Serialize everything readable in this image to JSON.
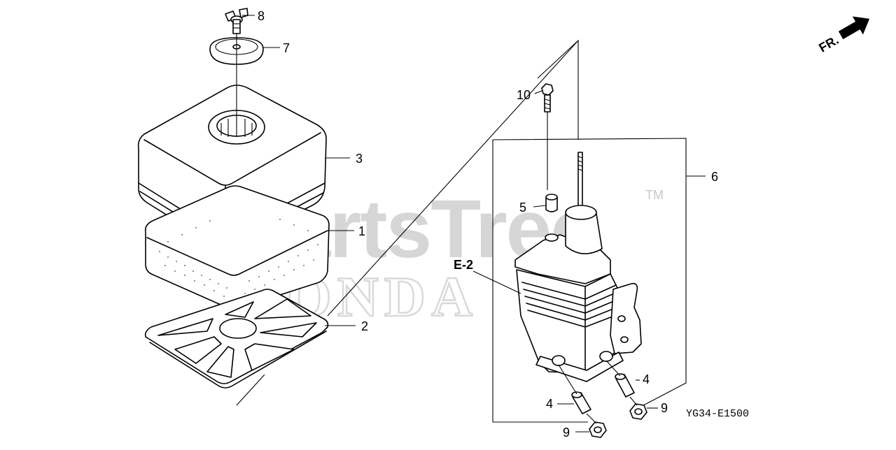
{
  "watermark": {
    "brand": "PartsTree",
    "trademark": "TM",
    "maker": "HONDA"
  },
  "direction_marker": {
    "label": "FR."
  },
  "reference": {
    "label": "E-2"
  },
  "diagram_code": "YG34-E1500",
  "callouts": {
    "p1": "1",
    "p2": "2",
    "p3": "3",
    "p4a": "4",
    "p4b": "4",
    "p5": "5",
    "p6": "6",
    "p7": "7",
    "p8": "8",
    "p9a": "9",
    "p9b": "9",
    "p10": "10"
  }
}
